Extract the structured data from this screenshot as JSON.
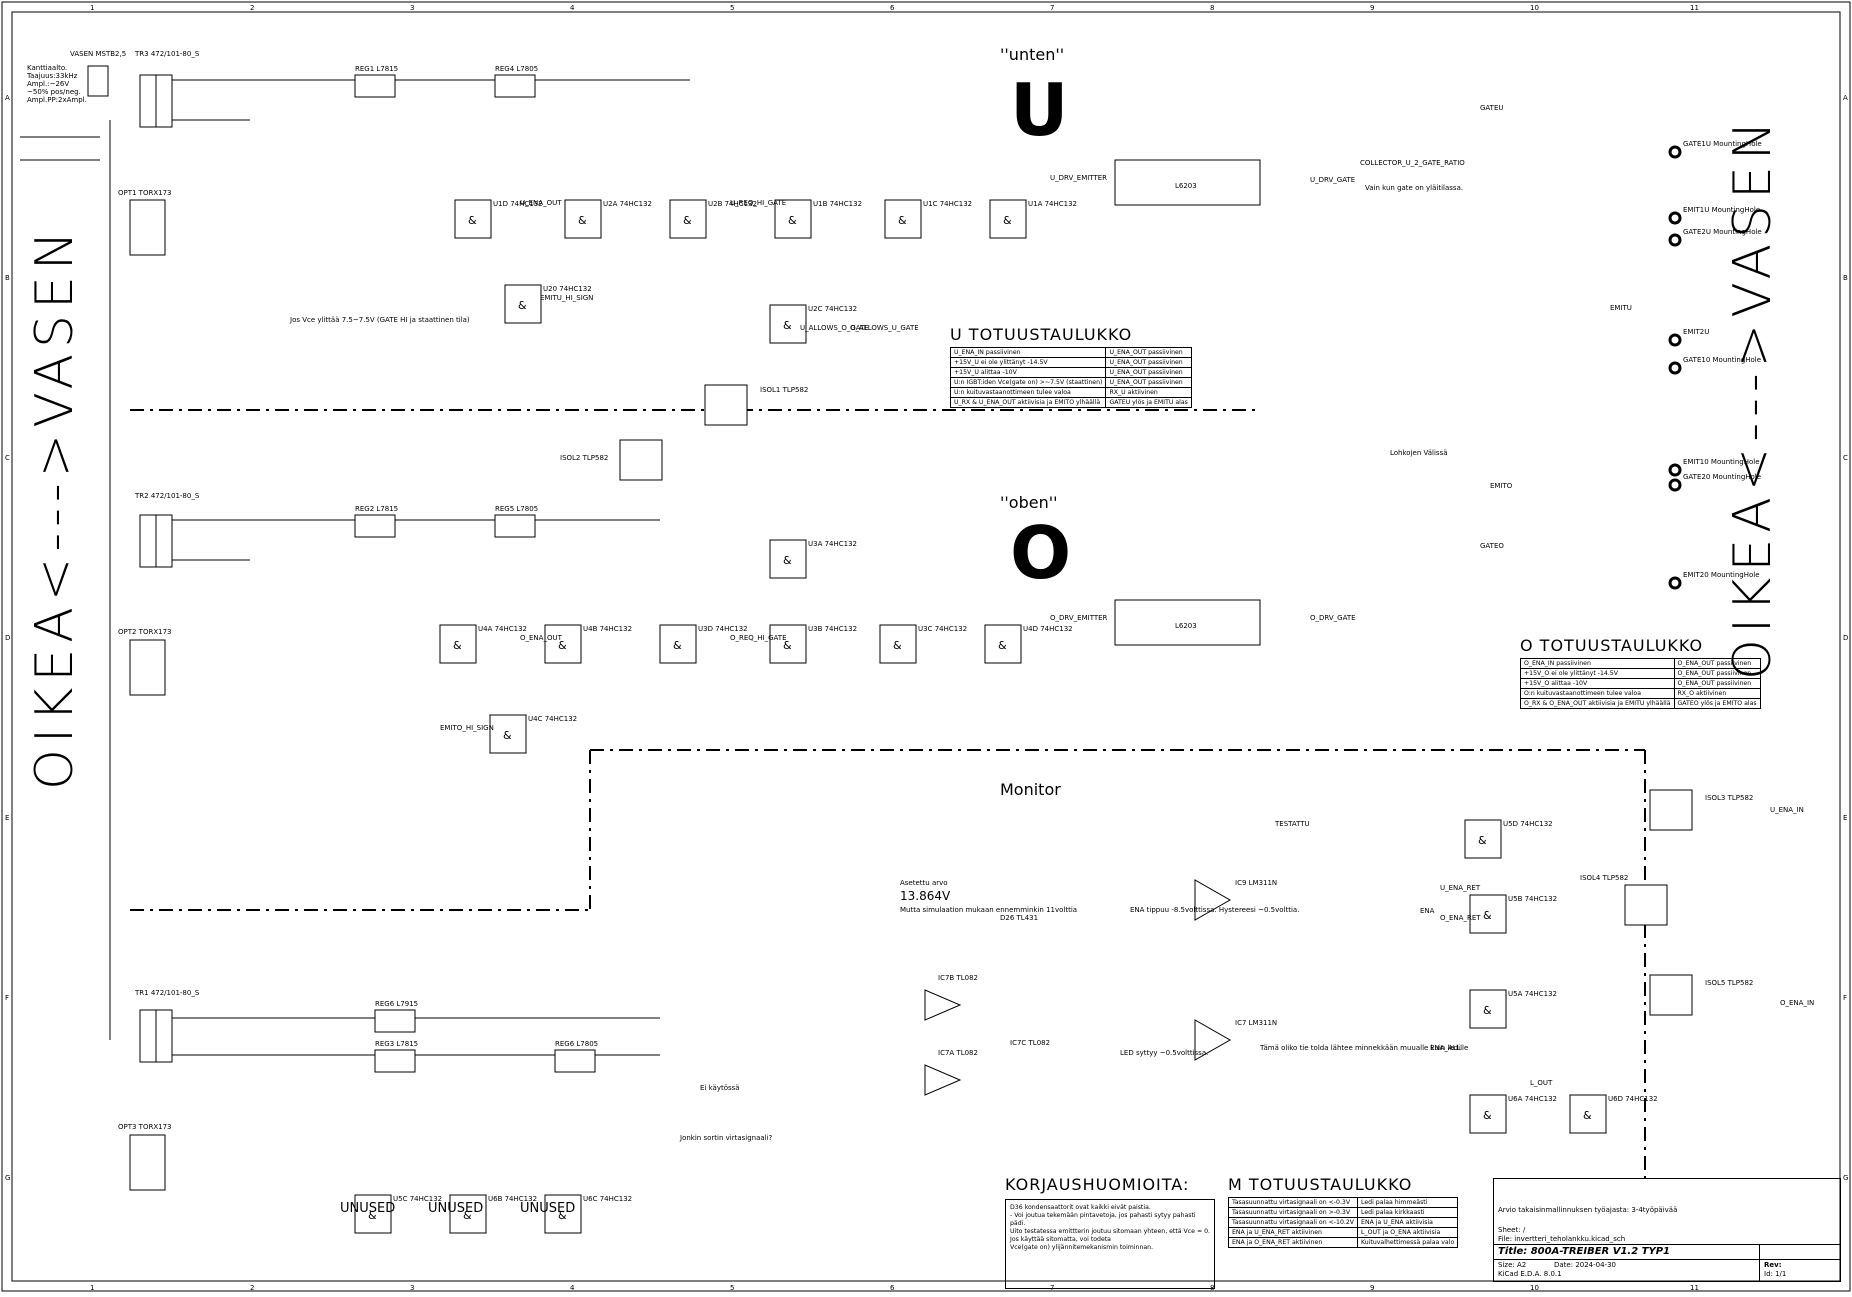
{
  "rails": {
    "left": "OIKEA<--->VASEN",
    "right": "OIKEA<--->VASEN"
  },
  "frame": {
    "col_numbers": [
      "1",
      "2",
      "3",
      "4",
      "5",
      "6",
      "7",
      "8",
      "9",
      "10",
      "11"
    ],
    "row_letters": [
      "A",
      "B",
      "C",
      "D",
      "E",
      "F",
      "G"
    ]
  },
  "sections": {
    "unten": "''unten''",
    "oben": "''oben''",
    "big_u": "U",
    "big_o": "O",
    "monitor": "Monitor",
    "korjaus": "KORJAUSHUOMIOITA:"
  },
  "input_block": {
    "lines": [
      "Kanttiaalto.",
      "Taajuus:33kHz",
      "Ampl.:~26V",
      "~50% pos/neg.",
      "Ampl.PP:2xAmpl."
    ],
    "conn": "VASEN MSTB2,5"
  },
  "transformers": [
    "TR3 472/101-80_S",
    "TR2 472/101-80_S",
    "TR1 472/101-80_S"
  ],
  "regulators": [
    "REG1 L7815",
    "REG4 L7805",
    "REG2 L7815",
    "REG5 L7805",
    "REG6 L7915",
    "REG3 L7815",
    "REG6 L7805"
  ],
  "drivers": [
    "L6203",
    "L6203"
  ],
  "ic_labels": [
    "U1D 74HC132",
    "U2A 74HC132",
    "U2B 74HC132",
    "U1B 74HC132",
    "U1C 74HC132",
    "U1A 74HC132",
    "U2C 74HC132",
    "U20 74HC132",
    "U3A 74HC132",
    "U4A 74HC132",
    "U4B 74HC132",
    "U3D 74HC132",
    "U3B 74HC132",
    "U3C 74HC132",
    "U4D 74HC132",
    "U4C 74HC132",
    "U5D 74HC132",
    "U5B 74HC132",
    "U5A 74HC132",
    "U6A 74HC132",
    "U6D 74HC132",
    "U5C 74HC132",
    "U6B 74HC132",
    "U6C 74HC132"
  ],
  "opto_labels": [
    "OPT1 TORX173",
    "OPT2 TORX173",
    "OPT3 TORX173",
    "ISOL1 TLP582",
    "ISOL2 TLP582",
    "ISOL3 TLP582",
    "ISOL4 TLP582",
    "ISOL5 TLP582"
  ],
  "analog_labels": [
    "IC7B TL082",
    "IC7A TL082",
    "IC7C TL082",
    "IC9 LM311N",
    "IC7 LM311N",
    "D26 TL431"
  ],
  "nets": [
    "U_DRV_EMITTER",
    "U_DRV_GATE",
    "U_REQ_HI_GATE",
    "U_ENA_OUT",
    "U_ALLOWS_O_GATE",
    "O_ALLOWS_U_GATE",
    "EMITU_HI_SIGN",
    "O_DRV_EMITTER",
    "O_DRV_GATE",
    "O_REQ_HI_GATE",
    "O_ENA_OUT",
    "EMITO_HI_SIGN",
    "GATEU",
    "EMITU",
    "GATEO",
    "EMITO",
    "COLLECTOR_U_2_GATE_RATIO",
    "TESTATTU",
    "ENA",
    "U_ENA_RET",
    "O_ENA_RET",
    "ENA_ALL",
    "L_OUT",
    "U_ENA_IN",
    "O_ENA_IN"
  ],
  "notes": {
    "vce": "Jos Vce ylittää 7.5~7.5V (GATE HI ja staattinen tila)",
    "lokkojen": "Lohkojen Välissä",
    "asetettu": "Asetettu arvo",
    "asetettu_val": "13.864V",
    "mutta": "Mutta simulaation mukaan ennemminkin 11volttia",
    "ena_tippuu": "ENA tippuu -8.5volttissa. Hystereesi ~0.5volttia.",
    "led_syttyy": "LED syttyy ~0.5volttissa.",
    "tama": "Tämä oliko tie tolda lähtee minnekkään muualle kuin ledille",
    "ei_kayt": "Ei käytössä",
    "jonkin": "Jonkin sortin virtasignaali?",
    "vain_kun": "Vain kun gate on yläitilassa.",
    "unused": "UNUSED"
  },
  "korjaus_text": [
    "D36 kondensaattorit ovat kaikki eivät paistia.",
    " - Voi joutua tekemään pintavetoja, jos pahasti sytyy pahasti pädi.",
    "Uito testatessa emittterin joutuu sitomaan yhteen, että Vce = 0.",
    "Jos käyttää sitomatta, voi todeta",
    "Vce(gate on) ylijännitemekanismin toiminnan."
  ],
  "u_table": {
    "title": "U TOTUUSTAULUKKO",
    "rows": [
      [
        "U_ENA_IN passiivinen",
        "U_ENA_OUT passiivinen"
      ],
      [
        "+15V_U ei ole ylittänyt -14.5V",
        "U_ENA_OUT passiivinen"
      ],
      [
        "+15V_U alittaa -10V",
        "U_ENA_OUT passiivinen"
      ],
      [
        "U:n IGBT:iden Vce(gate on) >~7.5V (staattinen)",
        "U_ENA_OUT passiivinen"
      ],
      [
        "U:n kuituvastaanottimeen tulee valoa",
        "RX_U aktiivinen"
      ],
      [
        "U_RX & U_ENA_OUT aktiivisia ja EMITO ylhäällä",
        "GATEU ylös ja EMITU alas"
      ]
    ]
  },
  "o_table": {
    "title": "O TOTUUSTAULUKKO",
    "rows": [
      [
        "O_ENA_IN passiivinen",
        "O_ENA_OUT passiivinen"
      ],
      [
        "+15V_O ei ole ylittänyt -14.5V",
        "O_ENA_OUT passiivinen"
      ],
      [
        "+15V_O alittaa -10V",
        "O_ENA_OUT passiivinen"
      ],
      [
        "O:n kuituvastaanottimeen tulee valoa",
        "RX_O aktiivinen"
      ],
      [
        "O_RX & O_ENA_OUT aktiivisia ja EMITU ylhäällä",
        "GATEO ylös ja EMITO alas"
      ]
    ]
  },
  "m_table": {
    "title": "M TOTUUSTAULUKKO",
    "rows": [
      [
        "Tasasuunnattu virtasignaali on <-0.3V",
        "Ledi palaa himmeästi"
      ],
      [
        "Tasasuunnattu virtasignaali on >-0.3V",
        "Ledi palaa kirkkaasti"
      ],
      [
        "Tasasuunnattu virtasignaali on <-10.2V",
        "ENA ja U_ENA aktiivisia"
      ],
      [
        "ENA ja U_ENA_RET aktiivinen",
        "L_OUT ja O_ENA aktiivisia"
      ],
      [
        "ENA ja O_ENA_RET aktiivinen",
        "Kuituvalhettimessä palaa valo"
      ]
    ]
  },
  "mounting": [
    "GATE1U MountingHole",
    "EMIT1U MountingHole",
    "GATE2U MountingHole",
    "EMIT2U",
    "GATE10 MountingHole",
    "EMIT10 MountingHole",
    "GATE20 MountingHole",
    "EMIT20 MountingHole"
  ],
  "titleblock": {
    "desc": "Arvio takaisinmallinnuksen työajasta: 3-4työpäivää",
    "sheet": "Sheet: /",
    "file": "File: invertteri_teholankku.kicad_sch",
    "title": "Title: 800A-TREIBER V1.2 TYP1",
    "size": "Size: A2",
    "date": "Date: 2024-04-30",
    "rev": "Rev:",
    "tool": "KiCad E.D.A. 8.0.1",
    "id": "Id: 1/1"
  }
}
